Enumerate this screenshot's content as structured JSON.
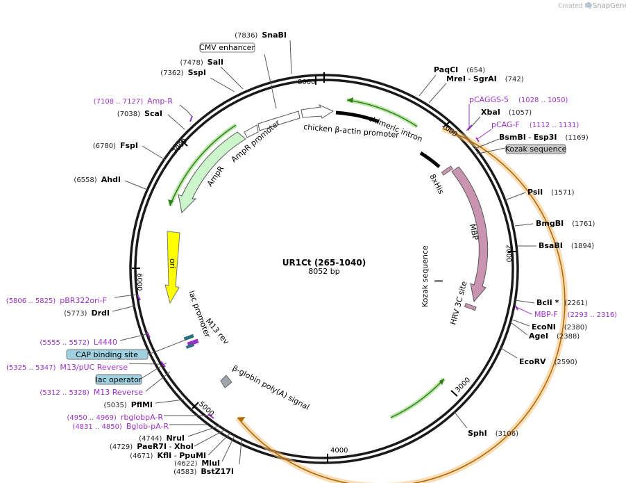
{
  "credit": {
    "prefix": "Created by",
    "brand": "SnapGene"
  },
  "plasmid": {
    "name": "UR1Ct (265-1040)",
    "length": "8052 bp"
  },
  "ticks": [
    "1000",
    "2000",
    "3000",
    "4000",
    "5000",
    "6000",
    "7000",
    "8000"
  ],
  "sites": [
    {
      "pos": "(7836)",
      "name": "SnaBI"
    },
    {
      "pos": "(7478)",
      "name": "SalI"
    },
    {
      "pos": "(7362)",
      "name": "SspI"
    },
    {
      "pos": "(7038)",
      "name": "ScaI"
    },
    {
      "pos": "(6780)",
      "name": "FspI"
    },
    {
      "pos": "(6558)",
      "name": "AhdI"
    },
    {
      "pos": "(5773)",
      "name": "DrdI"
    },
    {
      "pos": "(5035)",
      "name": "PflMI"
    },
    {
      "pos": "(4744)",
      "name": "NruI"
    },
    {
      "pos": "(4729)",
      "name": "PaeR7I",
      "sep": " - ",
      "name2": "XhoI"
    },
    {
      "pos": "(4671)",
      "name": "KflI",
      "sep": " - ",
      "name2": "PpuMI"
    },
    {
      "pos": "(4622)",
      "name": "MluI"
    },
    {
      "pos": "(4583)",
      "name": "BstZ17I"
    },
    {
      "name": "PaqCI",
      "pos": "(654)"
    },
    {
      "name": "MreI",
      "sep": " - ",
      "name2": "SgrAI",
      "pos": "(742)"
    },
    {
      "name": "XbaI",
      "pos": "(1057)"
    },
    {
      "name": "BsmBI",
      "sep": " - ",
      "name2": "Esp3I",
      "pos": "(1169)"
    },
    {
      "name": "PsiI",
      "pos": "(1571)"
    },
    {
      "name": "BmgBI",
      "pos": "(1761)"
    },
    {
      "name": "BsaBI",
      "pos": "(1894)"
    },
    {
      "name": "BclI *",
      "pos": "(2261)"
    },
    {
      "name": "EcoNI",
      "pos": "(2380)"
    },
    {
      "name": "AgeI",
      "pos": "(2388)"
    },
    {
      "name": "EcoRV",
      "pos": "(2590)"
    },
    {
      "name": "SphI",
      "pos": "(3106)"
    }
  ],
  "primers": [
    {
      "pos": "(7108 .. 7127)",
      "name": "Amp-R"
    },
    {
      "pos": "(5806 .. 5825)",
      "name": "pBR322ori-F"
    },
    {
      "pos": "(5555 .. 5572)",
      "name": "L4440"
    },
    {
      "pos": "(5325 .. 5347)",
      "name": "M13/pUC Reverse"
    },
    {
      "pos": "(5312 .. 5328)",
      "name": "M13 Reverse"
    },
    {
      "pos": "(4950 .. 4969)",
      "name": "rbglobpA-R"
    },
    {
      "pos": "(4831 .. 4850)",
      "name": "Bglob-pA-R"
    },
    {
      "name": "pCAGGS-5",
      "pos": "(1028 .. 1050)"
    },
    {
      "name": "pCAG-F",
      "pos": "(1112 .. 1131)"
    },
    {
      "name": "MBP-F",
      "pos": "(2293 .. 2316)"
    }
  ],
  "boxed": {
    "cmv": "CMV enhancer",
    "kozak": "Kozak sequence",
    "cap": "CAP binding site",
    "lacop": "lac operator"
  },
  "features": {
    "chicken": "chicken β-actin promoter",
    "chimeric": "chimeric intron",
    "his": "8xHis",
    "mbp": "MBP",
    "kozak_inner": "Kozak sequence",
    "hrv": "HRV 3C site",
    "ampr_promoter": "AmpR promoter",
    "ampr": "AmpR",
    "ori": "ori",
    "lac_promoter": "lac promoter",
    "m13rev": "M13 rev",
    "globin": "β-globin poly(A) signal"
  },
  "colors": {
    "ring": "#1a1a1a",
    "orf": "#f5a623",
    "green": "#4ca82b",
    "ampr": "#ccf5cc",
    "ori": "#ffff00",
    "mbp": "#c994b0",
    "primer": "#9b30c8",
    "kozak_box": "#c8c8c8",
    "cap_box": "#9fd1e0"
  }
}
